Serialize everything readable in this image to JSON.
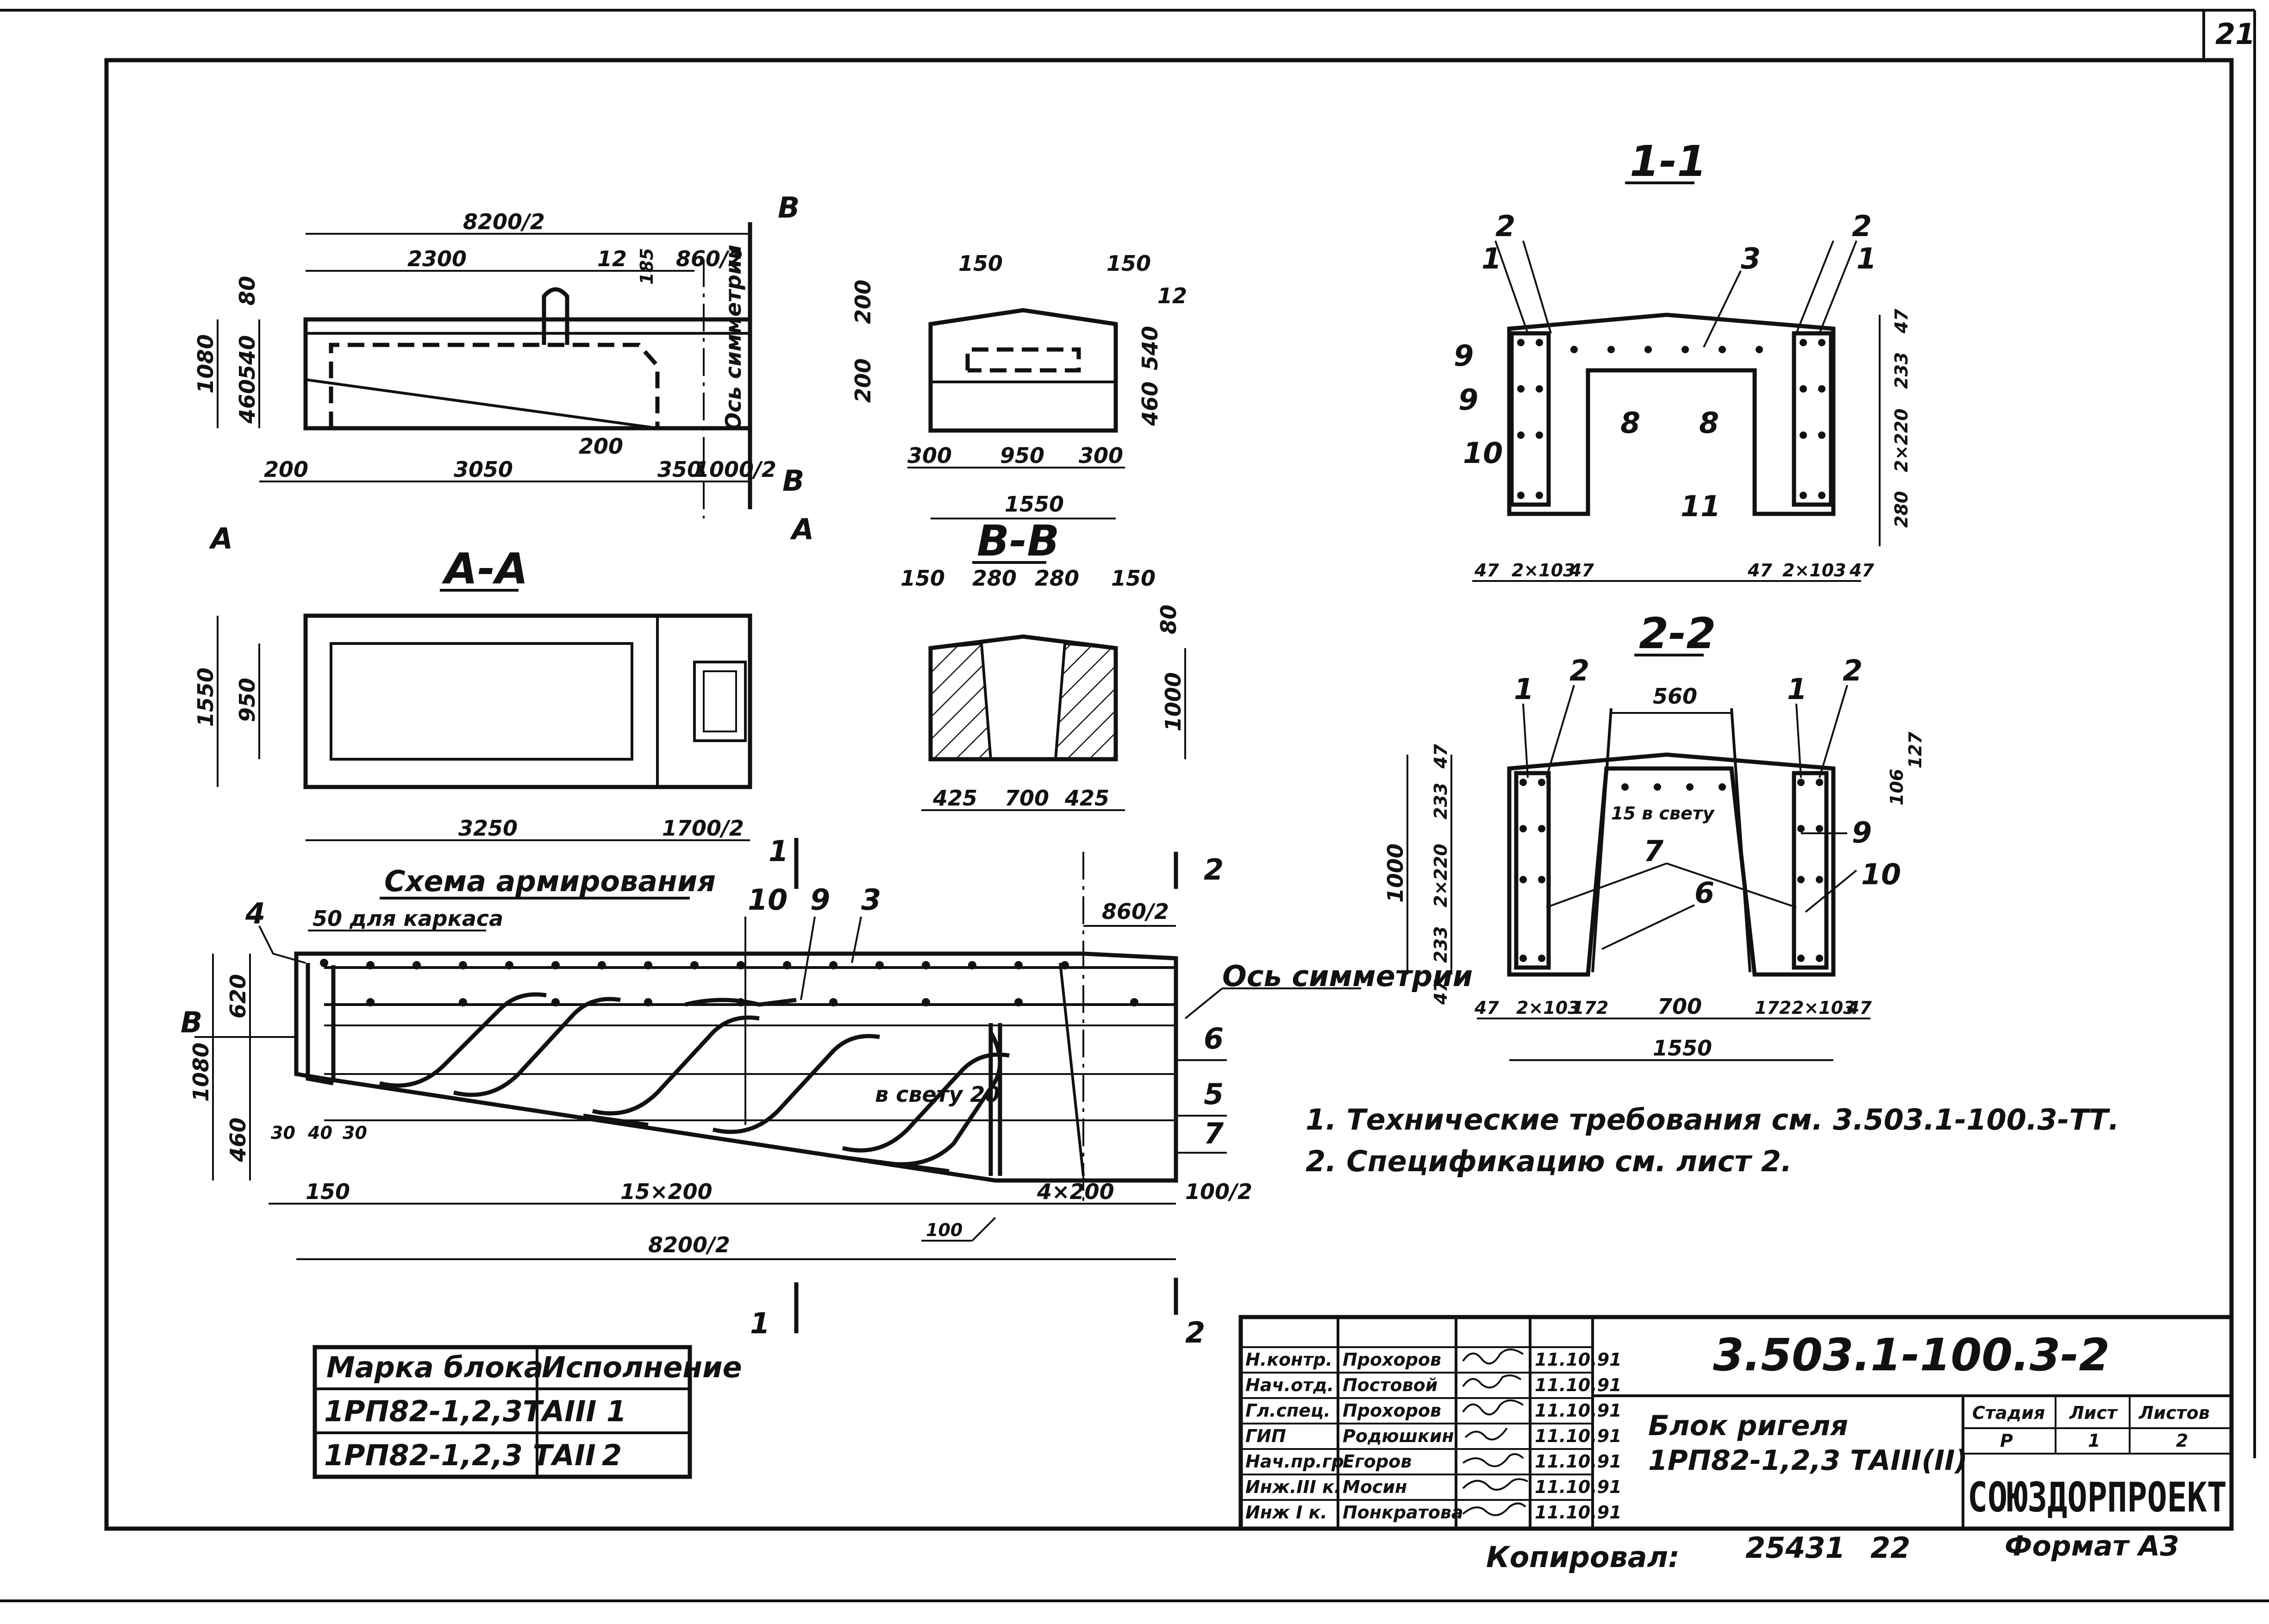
{
  "sheet": {
    "number": "21"
  },
  "view_front": {
    "dims": {
      "total": "8200/2",
      "d2300": "2300",
      "d12": "12",
      "d185": "185",
      "d860": "860/2",
      "h80": "80",
      "h540": "540",
      "h460": "460",
      "h1080": "1080",
      "d200a": "200",
      "d200b": "200",
      "d3050": "3050",
      "d350": "350",
      "d1000": "1000/2"
    },
    "axis_label": "Ось симметрии",
    "cut_a": "А",
    "cut_b": "В"
  },
  "view_end": {
    "dims": {
      "d150a": "150",
      "d150b": "150",
      "d12": "12",
      "h200a": "200",
      "h200b": "200",
      "h540": "540",
      "h460": "460",
      "d300a": "300",
      "d950": "950",
      "d300b": "300",
      "d1550": "1550"
    }
  },
  "section_aa": {
    "title": "А-А",
    "dims": {
      "h1550": "1550",
      "h950": "950",
      "d3250": "3250",
      "d1700": "1700/2"
    }
  },
  "section_bb": {
    "title": "В-В",
    "dims": {
      "d150a": "150",
      "d280a": "280",
      "d280b": "280",
      "d150b": "150",
      "h80": "80",
      "h1000": "1000",
      "d425a": "425",
      "d700": "700",
      "d425b": "425"
    }
  },
  "section_11": {
    "title": "1-1",
    "marks": [
      "2",
      "1",
      "3",
      "2",
      "1",
      "9",
      "9",
      "8",
      "8",
      "10",
      "11"
    ],
    "dims": {
      "h47": "47",
      "h233": "233",
      "h2x220": "2×220",
      "h280": "280",
      "b47a": "47",
      "b2x103a": "2×103",
      "b47b": "47",
      "b47c": "47",
      "b2x103b": "2×103",
      "b47d": "47"
    }
  },
  "section_22": {
    "title": "2-2",
    "marks": [
      "1",
      "2",
      "1",
      "2",
      "9",
      "10",
      "7",
      "6"
    ],
    "clear_label": "15 в свету",
    "dims": {
      "d560": "560",
      "h47a": "47",
      "h233a": "233",
      "h2x220": "2×220",
      "h233b": "233",
      "h47b": "47",
      "h1000": "1000",
      "r106": "106",
      "r127": "127",
      "b47a": "47",
      "b2x103a": "2×103",
      "b172a": "172",
      "b700": "700",
      "b172b": "172",
      "b2x103b": "2×103",
      "b47b": "47",
      "b1550": "1550"
    }
  },
  "reinforcement": {
    "title": "Схема армирования",
    "frame_note": "50 для каркаса",
    "axis_label": "Ось симметрии",
    "clear_label": "в свету 20",
    "marks": {
      "m4": "4",
      "m10": "10",
      "m9": "9",
      "m3": "3",
      "m6": "6",
      "m5": "5",
      "m7": "7",
      "d860": "860/2"
    },
    "dims": {
      "h620": "620",
      "h1080": "1080",
      "h460": "460",
      "d30a": "30",
      "d40": "40",
      "d30b": "30",
      "d150": "150",
      "d15x200": "15×200",
      "d4x200": "4×200",
      "d100a": "100/2",
      "d100b": "100",
      "d8200": "8200/2",
      "cut1": "1",
      "cut2": "2",
      "cutB": "В"
    }
  },
  "notes": [
    "1. Технические требования см. 3.503.1-100.3-ТТ.",
    "2. Спецификацию см. лист 2."
  ],
  "marks_table": {
    "headers": [
      "Марка блока",
      "Исполнение"
    ],
    "rows": [
      [
        "1РП82-1,2,3ТАIII",
        "1"
      ],
      [
        "1РП82-1,2,3 ТАII",
        "2"
      ]
    ]
  },
  "title_block": {
    "signers": [
      {
        "role": "Н.контр.",
        "name": "Прохоров",
        "date": "11.10.91"
      },
      {
        "role": "Нач.отд.",
        "name": "Постовой",
        "date": "11.10.91"
      },
      {
        "role": "Гл.спец.",
        "name": "Прохоров",
        "date": "11.10.91"
      },
      {
        "role": "ГИП",
        "name": "Родюшкин",
        "date": "11.10.91"
      },
      {
        "role": "Нач.пр.гр.",
        "name": "Егоров",
        "date": "11.10.91"
      },
      {
        "role": "Инж.III к.",
        "name": "Мосин",
        "date": "11.10.91"
      },
      {
        "role": "Инж I к.",
        "name": "Понкратова",
        "date": "11.10.91"
      }
    ],
    "doc_code": "3.503.1-100.3-2",
    "item_name": "Блок ригеля",
    "item_mark": "1РП82-1,2,3 ТАIII(II)",
    "stage_label": "Стадия",
    "sheet_label": "Лист",
    "sheets_label": "Листов",
    "stage": "Р",
    "sheet": "1",
    "sheets": "2",
    "org": "СОЮЗДОРПРОЕКТ"
  },
  "footer": {
    "copied": "Копировал:",
    "archive_no": "25431",
    "page": "22",
    "format": "Формат А3"
  }
}
